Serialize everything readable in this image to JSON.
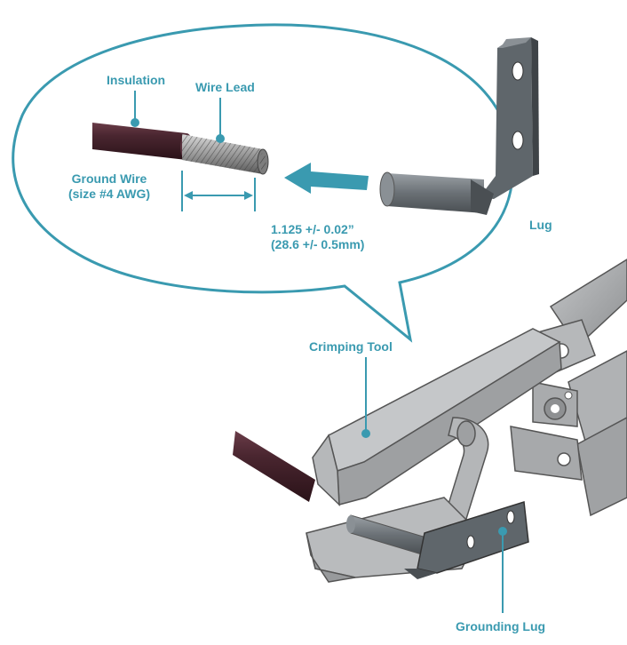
{
  "labels": {
    "insulation": "Insulation",
    "wire_lead": "Wire Lead",
    "ground_wire_line1": "Ground Wire",
    "ground_wire_line2": "(size #4 AWG)",
    "dimension_line1": "1.125 +/- 0.02”",
    "dimension_line2": "(28.6 +/- 0.5mm)",
    "lug": "Lug",
    "crimping_tool": "Crimping Tool",
    "grounding_lug": "Grounding Lug"
  },
  "colors": {
    "accent": "#3a9ab0",
    "wire": "#4a2630",
    "lug_metal": "#5f666b",
    "tool_metal": "#a7a9ab"
  },
  "icons": {
    "direction_arrow": "arrow-left-icon"
  }
}
